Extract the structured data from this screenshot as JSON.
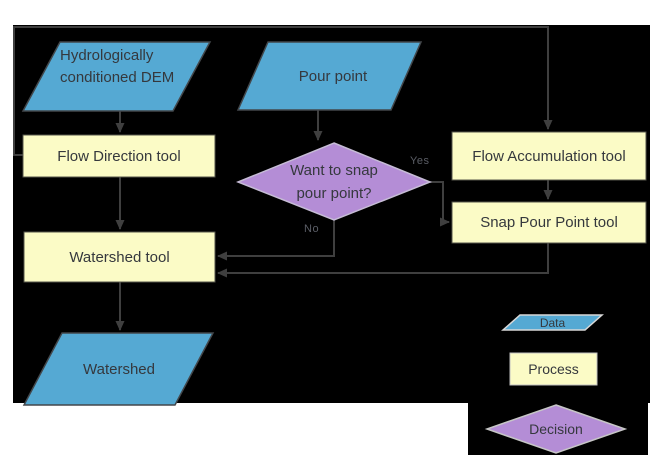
{
  "diagram": {
    "nodes": {
      "dem": {
        "label": "Hydrologically conditioned DEM",
        "shape": "data-parallelogram"
      },
      "pour_point": {
        "label": "Pour point",
        "shape": "data-parallelogram"
      },
      "flow_direction": {
        "label": "Flow Direction tool",
        "shape": "process-rectangle"
      },
      "flow_accumulation": {
        "label": "Flow Accumulation tool",
        "shape": "process-rectangle"
      },
      "snap_decision": {
        "label": "Want to snap pour point?",
        "shape": "decision-diamond"
      },
      "snap_pour_point": {
        "label": "Snap Pour Point tool",
        "shape": "process-rectangle"
      },
      "watershed_tool": {
        "label": "Watershed tool",
        "shape": "process-rectangle"
      },
      "watershed": {
        "label": "Watershed",
        "shape": "data-parallelogram"
      }
    },
    "edges": [
      {
        "from": "dem",
        "to": "flow_direction",
        "label": ""
      },
      {
        "from": "pour_point",
        "to": "snap_decision",
        "label": ""
      },
      {
        "from": "flow_direction",
        "to": "flow_accumulation",
        "label": ""
      },
      {
        "from": "flow_direction",
        "to": "watershed_tool",
        "label": ""
      },
      {
        "from": "flow_accumulation",
        "to": "snap_pour_point",
        "label": ""
      },
      {
        "from": "snap_decision",
        "to": "snap_pour_point",
        "label": "Yes"
      },
      {
        "from": "snap_decision",
        "to": "watershed_tool",
        "label": "No"
      },
      {
        "from": "snap_pour_point",
        "to": "watershed_tool",
        "label": ""
      },
      {
        "from": "watershed_tool",
        "to": "watershed",
        "label": ""
      }
    ],
    "edge_labels": {
      "yes": "Yes",
      "no": "No"
    },
    "legend": {
      "data": "Data",
      "process": "Process",
      "decision": "Decision"
    },
    "colors": {
      "page_background": "#ffffff",
      "canvas_background": "#000000",
      "data_fill": "#55a9d3",
      "process_fill": "#fbfbc6",
      "decision_fill": "#b48dd6",
      "connector": "#3f3f3f",
      "text": "#35383d"
    }
  }
}
